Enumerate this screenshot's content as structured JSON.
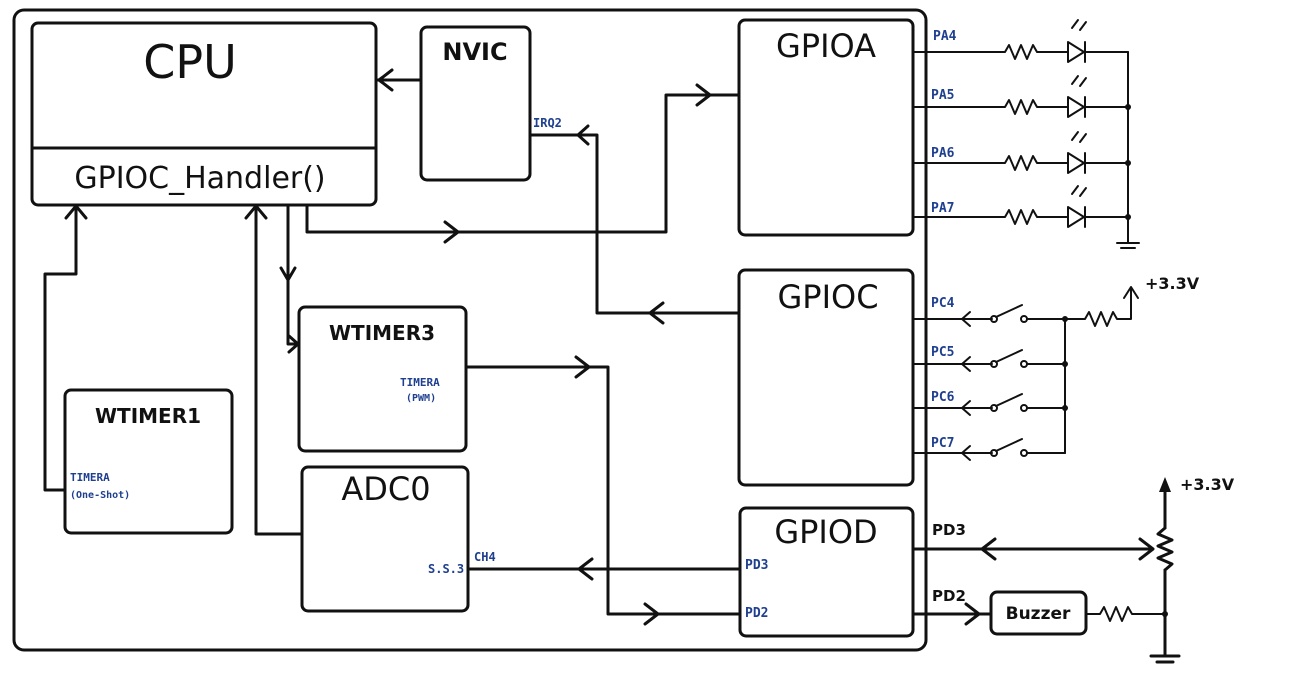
{
  "blocks": {
    "cpu": "CPU",
    "handler": "GPIOC_Handler()",
    "nvic": "NVIC",
    "gpioa": "GPIOA",
    "gpioc": "GPIOC",
    "gpiod": "GPIOD",
    "wtimer3": "WTIMER3",
    "wtimer1": "WTIMER1",
    "adc0": "ADC0"
  },
  "signals": {
    "irq2": "IRQ2",
    "wt3_timer": "TIMERA",
    "wt3_mode": "(PWM)",
    "wt1_timer": "TIMERA",
    "wt1_mode": "(One-Shot)",
    "adc_ss": "S.S.3",
    "adc_ch": "CH4",
    "gpiod_pd3_in": "PD3",
    "gpiod_pd2_in": "PD2"
  },
  "pins": {
    "pa": [
      "PA4",
      "PA5",
      "PA6",
      "PA7"
    ],
    "pc": [
      "PC4",
      "PC5",
      "PC6",
      "PC7"
    ],
    "pd3": "PD3",
    "pd2": "PD2"
  },
  "external": {
    "vcc_switches": "+3.3V",
    "vcc_pot": "+3.3V",
    "buzzer": "Buzzer"
  }
}
